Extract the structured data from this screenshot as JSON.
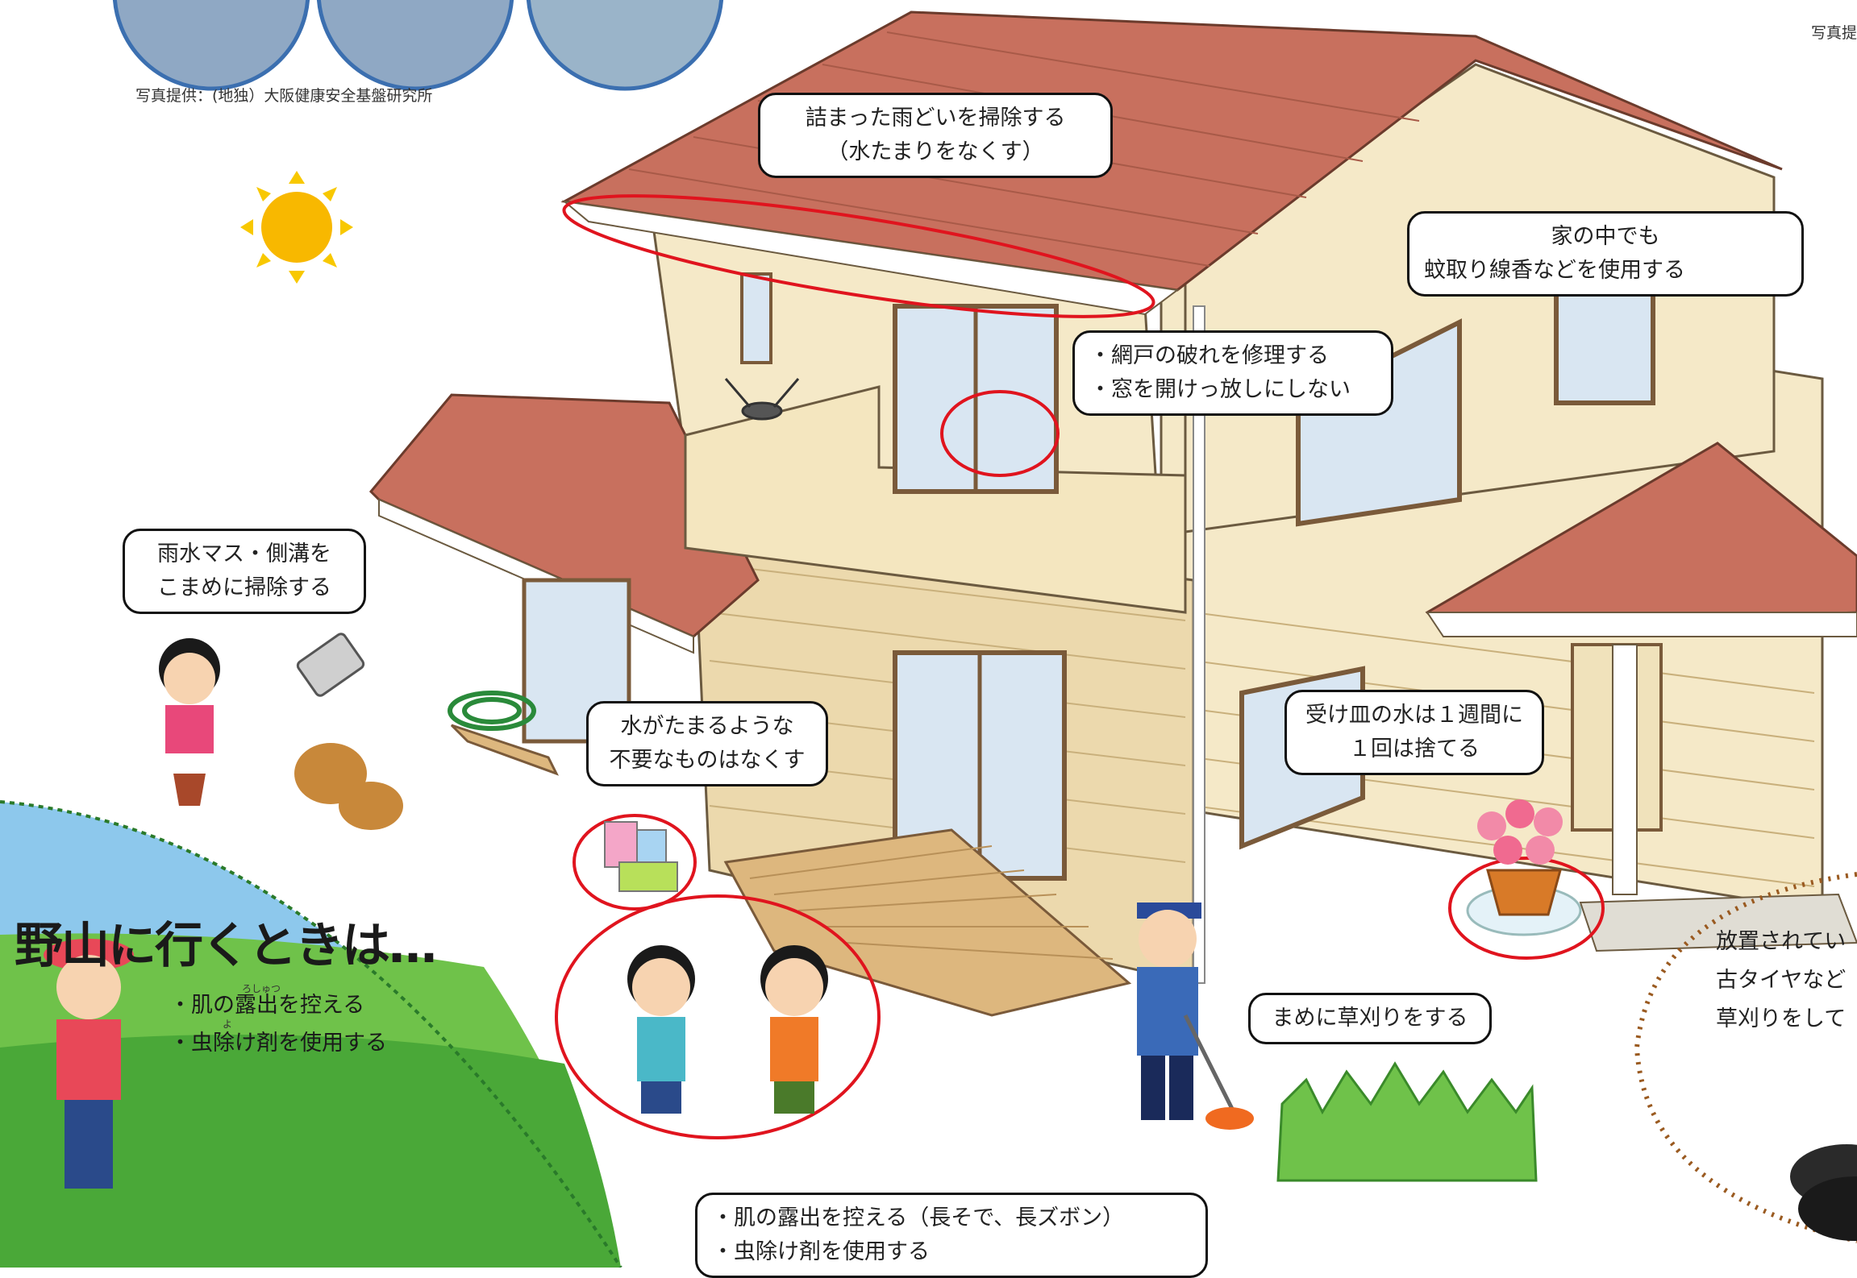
{
  "photo_credit": "写真提供：(地独）大阪健康安全基盤研究所",
  "top_right_credit": "写真提",
  "bubbles": {
    "gutter": [
      "詰まった雨どいを掃除する",
      "（水たまりをなくす）"
    ],
    "indoor": [
      "家の中でも",
      "蚊取り線香などを使用する"
    ],
    "screen": [
      "・網戸の破れを修理する",
      "・窓を開けっ放しにしない"
    ],
    "drain": [
      "雨水マス・側溝を",
      "こまめに掃除する"
    ],
    "clutter": [
      "水がたまるような",
      "不要なものはなくす"
    ],
    "saucer": [
      "受け皿の水は１週間に",
      "１回は捨てる"
    ],
    "weeds": [
      "まめに草刈りをする"
    ],
    "skin": [
      "・肌の露出を控える（長そで、長ズボン）",
      "・虫除け剤を使用する"
    ]
  },
  "hill": {
    "title": "野山に行くときは…",
    "items": [
      "・肌の露出を控える",
      "・虫除け剤を使用する"
    ],
    "ruby_roshutsu": "ろしゅつ",
    "ruby_yoke": "よ"
  },
  "side_note": [
    "放置されてい",
    "古タイヤなど",
    "草刈りをして"
  ],
  "colors": {
    "roof": "#c8705e",
    "wall": "#f5e9c8",
    "siding": "#e8d4a6",
    "deck": "#ddb77e",
    "sky": "#8dc8ec",
    "grass": "#6fc24a",
    "circle": "#e0141e"
  }
}
